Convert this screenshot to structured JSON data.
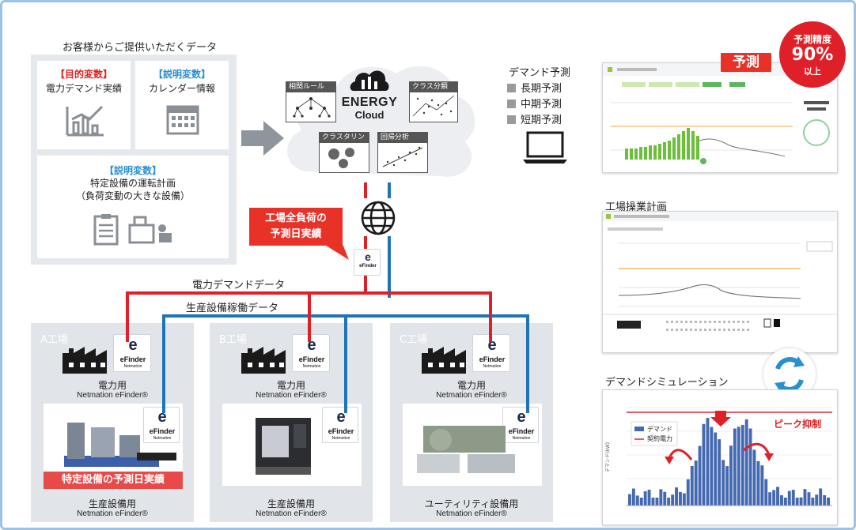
{
  "data_section": {
    "title": "お客様からご提供いただくデータ",
    "objective": {
      "tag": "【目的変数】",
      "label": "電力デマンド実績"
    },
    "explanatory1": {
      "tag": "【説明変数】",
      "label": "カレンダー情報"
    },
    "explanatory2": {
      "tag": "【説明変数】",
      "line1": "特定設備の運転計画",
      "line2": "（負荷変動の大きな設備）"
    }
  },
  "cloud": {
    "brand_line1": "ENERGY",
    "brand_line2": "Cloud",
    "modules": [
      "相関ルール",
      "クラス分類",
      "クラスタリング",
      "回帰分析"
    ]
  },
  "demand_forecast": {
    "title": "デマンド予測",
    "items": [
      "長期予測",
      "中期予測",
      "短期予測"
    ]
  },
  "prediction_badge": {
    "tag": "予測",
    "line1": "予測精度",
    "value": "90%",
    "line2": "以上"
  },
  "callout_all_load": {
    "line1": "工場全負荷の",
    "line2": "予測日実績"
  },
  "wires": {
    "power": "電力デマンドデータ",
    "production": "生産設備稼働データ"
  },
  "efinder": {
    "name": "eFinder",
    "sub": "Netmation"
  },
  "factories": [
    {
      "name": "A工場",
      "meter": "電力用",
      "meter_product": "Netmation eFinder®",
      "equipment": "生産設備用",
      "equipment_product": "Netmation eFinder®"
    },
    {
      "name": "B工場",
      "meter": "電力用",
      "meter_product": "Netmation eFinder®",
      "equipment": "生産設備用",
      "equipment_product": "Netmation eFinder®"
    },
    {
      "name": "C工場",
      "meter": "電力用",
      "meter_product": "Netmation eFinder®",
      "equipment": "ユーティリティ設備用",
      "equipment_product": "Netmation eFinder®"
    }
  ],
  "callout_equipment": "特定設備の予測日実績",
  "factory_plan": {
    "title": "工場操業計画"
  },
  "simulation": {
    "title": "デマンドシミュレーション",
    "legend": [
      "デマンド",
      "契約電力"
    ],
    "peak_label": "ピーク抑制"
  },
  "colors": {
    "red": "#e02028",
    "blue": "#1f74b8",
    "accent_blue": "#2a8fd0",
    "panel": "#e5e8ec"
  }
}
